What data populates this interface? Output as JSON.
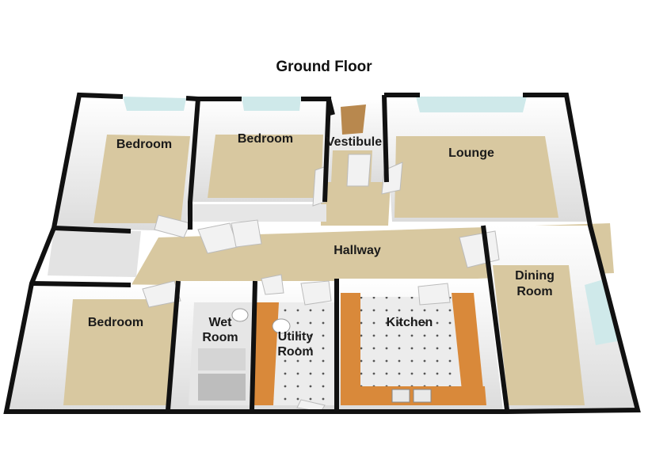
{
  "title": "Ground Floor",
  "rooms": {
    "bedroom_top_left": "Bedroom",
    "bedroom_top_middle": "Bedroom",
    "vestibule": "Vestibule",
    "lounge": "Lounge",
    "hallway": "Hallway",
    "dining_room": [
      "Dining",
      "Room"
    ],
    "bedroom_bottom_left": "Bedroom",
    "wet_room": [
      "Wet",
      "Room"
    ],
    "utility_room": [
      "Utility",
      "Room"
    ],
    "kitchen": "Kitchen"
  },
  "colors": {
    "carpet": "#d8c8a0",
    "wall_top": "#111111",
    "wall_face": "#f4f4f4",
    "worktop": "#d9893a",
    "tile": "#e9e9e9",
    "window": "#cfe9ea"
  }
}
